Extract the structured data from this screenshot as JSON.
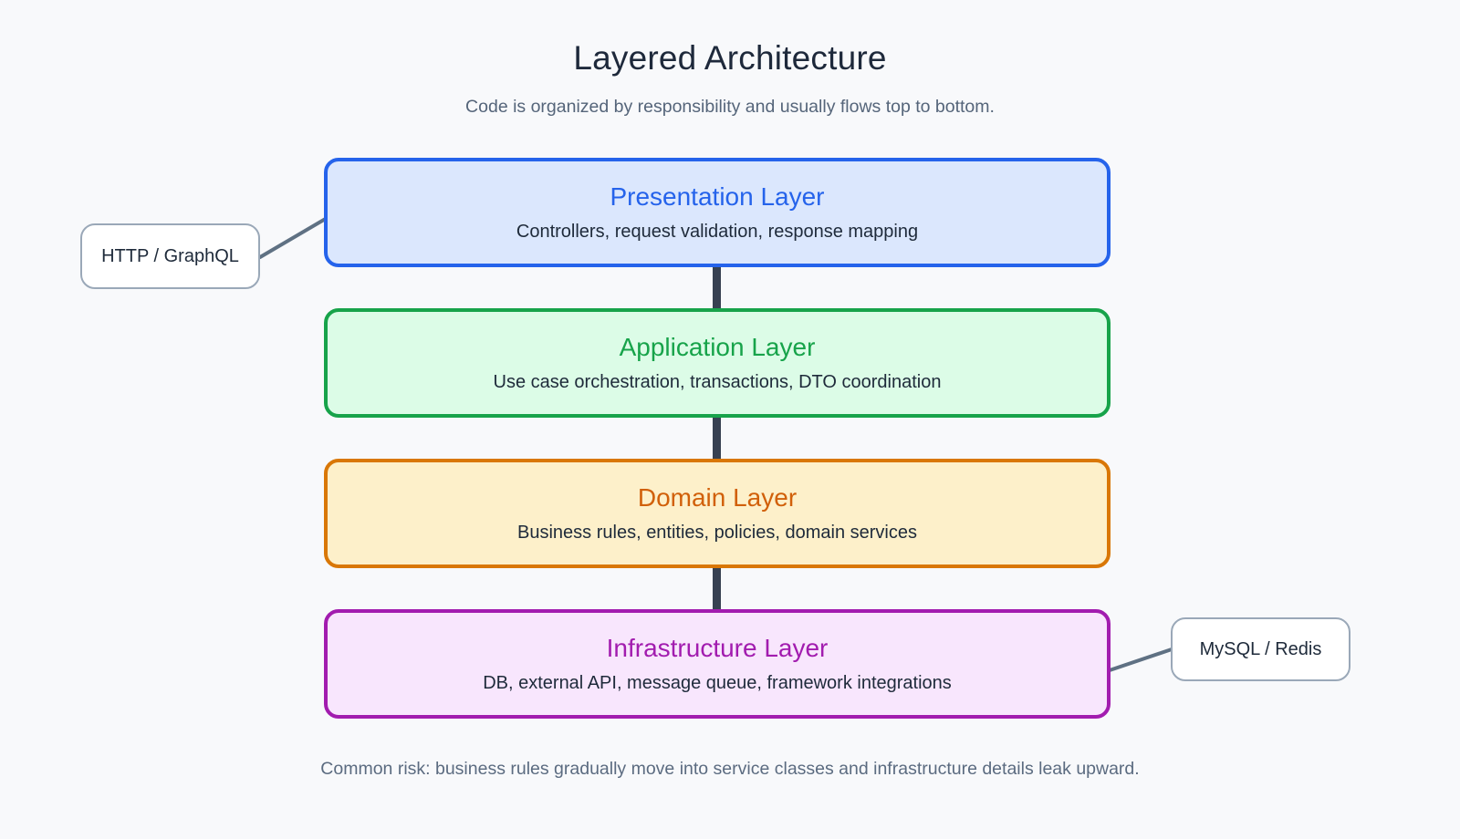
{
  "header": {
    "title": "Layered Architecture",
    "subtitle": "Code is organized by responsibility and usually flows top to bottom."
  },
  "layers": [
    {
      "name": "presentation",
      "title": "Presentation Layer",
      "description": "Controllers, request validation, response mapping",
      "border_color": "#2563eb",
      "fill_color": "#dbe7fd",
      "title_color": "#2563eb"
    },
    {
      "name": "application",
      "title": "Application Layer",
      "description": "Use case orchestration, transactions, DTO coordination",
      "border_color": "#17a34a",
      "fill_color": "#dcfce7",
      "title_color": "#17a34a"
    },
    {
      "name": "domain",
      "title": "Domain Layer",
      "description": "Business rules, entities, policies, domain services",
      "border_color": "#d97706",
      "fill_color": "#fdf0ca",
      "title_color": "#d1600a"
    },
    {
      "name": "infrastructure",
      "title": "Infrastructure Layer",
      "description": "DB, external API, message queue, framework integrations",
      "border_color": "#a21caf",
      "fill_color": "#f8e6fd",
      "title_color": "#a21caf"
    }
  ],
  "callouts": [
    {
      "name": "http-graphql",
      "label": "HTTP / GraphQL",
      "attached_to": "presentation",
      "side": "left"
    },
    {
      "name": "datastore",
      "label": "MySQL / Redis",
      "attached_to": "infrastructure",
      "side": "right"
    }
  ],
  "footer": {
    "note": "Common risk: business rules gradually move into service classes and infrastructure details leak upward."
  },
  "theme": {
    "background": "#f8f9fb",
    "connector_color": "#374151",
    "callout_line_color": "#5f7183",
    "callout_border": "#9aa8b8",
    "title_color": "#1e293b",
    "subtitle_color": "#55657a",
    "footer_color": "#5b6b80"
  }
}
